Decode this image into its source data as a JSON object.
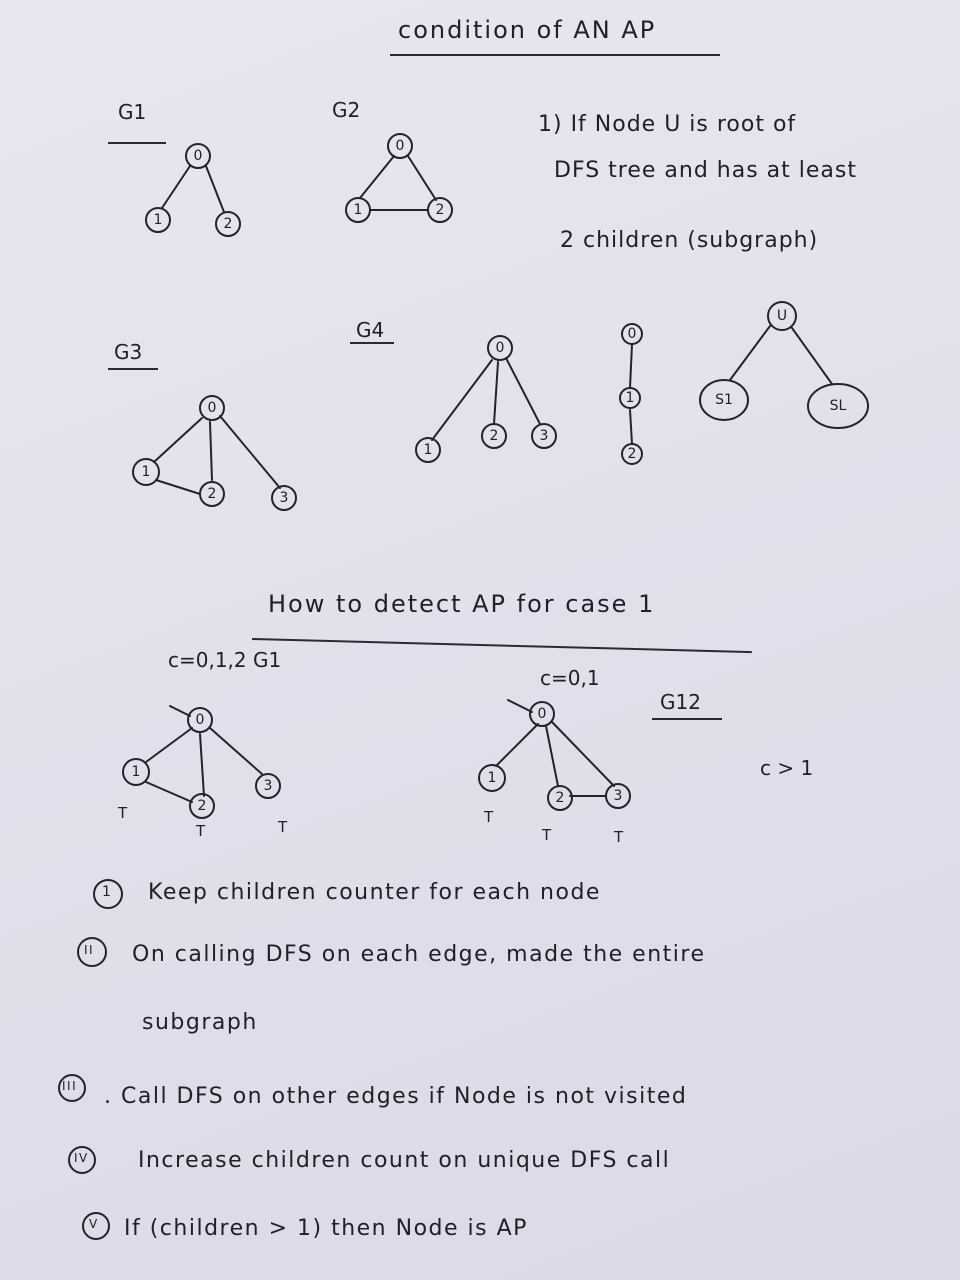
{
  "title": "condition of AN AP",
  "graph_labels": {
    "g1": "G1",
    "g2": "G2",
    "g3": "G3",
    "g4": "G4",
    "g1_case": "c=0,1,2 G1",
    "g2_case": "G12"
  },
  "condition_1": {
    "line1": "1) If Node U is root of",
    "line2": "DFS tree and has at least",
    "line3": "2 children (subgraph)"
  },
  "node_labels": {
    "n0": "0",
    "n1": "1",
    "n2": "2",
    "n3": "3",
    "u": "U",
    "s1": "S1",
    "s2": "SL"
  },
  "subheading": "How to detect AP for case 1",
  "case_annotations": {
    "c_g2": "c=0,1",
    "c_gt": "c > 1",
    "t_mark": "T"
  },
  "steps": [
    {
      "num": "1",
      "text": "Keep children counter for each node"
    },
    {
      "num": "II",
      "text": "On calling DFS on each edge, made the entire"
    },
    {
      "num": "",
      "text": "subgraph"
    },
    {
      "num": "III",
      "text": ". Call DFS on other edges if Node is not visited"
    },
    {
      "num": "IV",
      "text": "Increase children count on unique DFS call"
    },
    {
      "num": "V",
      "text": "If (children > 1) then Node is AP"
    }
  ]
}
